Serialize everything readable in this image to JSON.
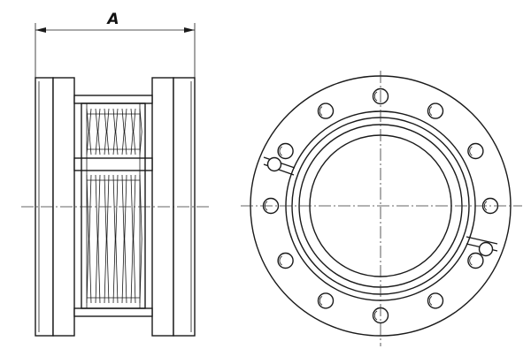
{
  "drawing": {
    "dimension_label": "A",
    "colors": {
      "line": "#1a1a1a",
      "background": "#ffffff"
    },
    "front_view": {
      "bellows_upper_convolutions": 12,
      "bellows_lower_convolutions": 12
    },
    "side_view": {
      "bolt_holes": 12,
      "leak_check_ports": 2
    }
  }
}
